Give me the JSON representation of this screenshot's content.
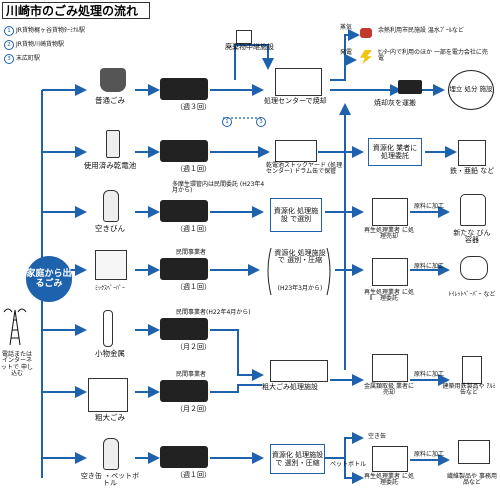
{
  "title": "川崎市のごみ処理の流れ",
  "legend": [
    {
      "num": "1",
      "label": "JR貨物梶ヶ谷貨物ﾀｰﾐﾅﾙ駅"
    },
    {
      "num": "2",
      "label": "JR貨物川崎貨物駅"
    },
    {
      "num": "3",
      "label": "末広町駅"
    }
  ],
  "home_label": "家庭から出るごみ",
  "telecom_note": "電話または インターネットで 申し込む",
  "categories": {
    "futsu": "普通ごみ",
    "battery": "使用済み乾電池",
    "bottle": "空きびん",
    "paper": "ﾐｯｸｽﾍﾟｰﾊﾟｰ",
    "metal": "小物金属",
    "sodai": "粗大ごみ",
    "cans": "空き缶 ・ペットボトル"
  },
  "frequency": {
    "futsu": "（週３回）",
    "battery": "（週１回）",
    "bottle": "（週１回）",
    "paper": "（週１回）",
    "metal": "（月２回）",
    "sodai": "（月２回）",
    "cans": "（週１回）"
  },
  "collector_notes": {
    "bottle": "多摩生環管内は民間委託 (H23年4月から)",
    "paper": "民間事業者",
    "metal": "民間事業者(H22年4月から)",
    "sodai": "民間事業者"
  },
  "facilities": {
    "relay": "廃棄物中継施設",
    "incinerate": "処理センターで焼却",
    "battery_store": "乾電池ストックヤード (処理センター) ドラム缶で保管",
    "bottle_sort": "資源化 処理施設 で選別",
    "paper_sort": "資源化 処理施設で 選別・圧縮",
    "paper_sort_note": "(H23年3月から)",
    "sodai_plant": "粗大ごみ処理施設",
    "cans_sort": "資源化 処理施設で 選別・圧縮"
  },
  "heat_labels": {
    "steam": "蒸気",
    "power": "発電",
    "heat_use": "余熱利用市民施設 温水ﾌﾟｰﾙなど",
    "power_use": "ｾﾝﾀｰ内で利用のほか 一部を電力会社に売電"
  },
  "ash": "焼却灰を運搬",
  "landfill": "埋立 処分 施設",
  "outputs": {
    "battery_contract": "資源化 業者に 処理委託",
    "battery_result": "鉄・亜鉛 など",
    "bottle_contract": "再生処理業者 に処理売却",
    "bottle_process": "原料に加工",
    "bottle_result": "新たな びん容器",
    "paper_contract": "再生処理業者 に処理委託",
    "paper_process": "原料に加工",
    "paper_result": "ﾄｲﾚｯﾄﾍﾟｰﾊﾟｰ など",
    "metal_contract": "金属類取扱 業者に売却",
    "metal_process": "原料に加工",
    "metal_result": "建築用鉄製品や ｱﾙﾐ缶など",
    "cans_split_can": "空き缶",
    "cans_split_pet": "ペットボトル",
    "cans_contract": "再生処理業者 に処理委託",
    "cans_process": "原料に加工",
    "cans_result": "繊維製品や 事務用品など"
  },
  "relay_numbers": [
    "1",
    "3"
  ]
}
